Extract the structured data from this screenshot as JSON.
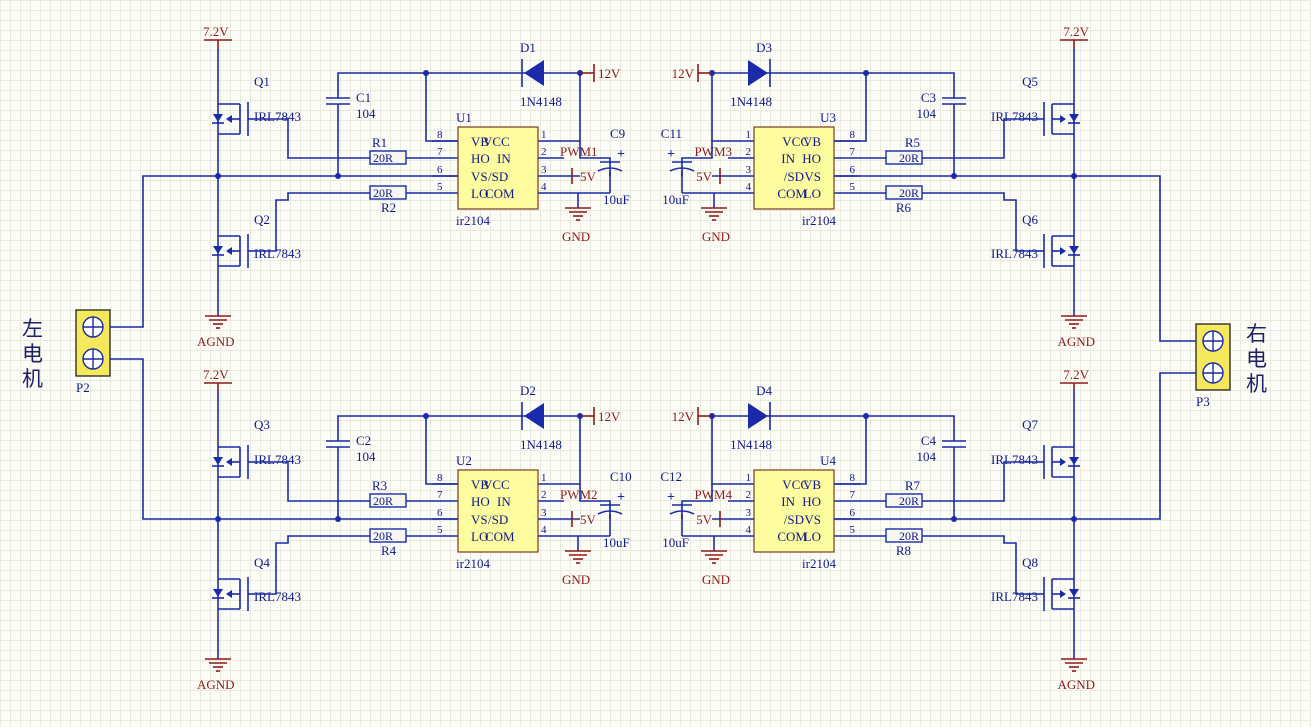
{
  "power": {
    "v72": "7.2V",
    "v12": "12V",
    "v5": "5V",
    "gnd": "GND",
    "agnd": "AGND"
  },
  "motors": {
    "left_label": "左电机",
    "right_label": "右电机",
    "left_connector": "P2",
    "right_connector": "P3"
  },
  "driver": {
    "ic_type": "ir2104",
    "left_pins": [
      "8",
      "7",
      "6",
      "5"
    ],
    "right_pins": [
      "1",
      "2",
      "3",
      "4"
    ],
    "left_names": [
      "VB",
      "HO",
      "VS",
      "LO"
    ],
    "right_names": [
      "VCC",
      "IN",
      "/SD",
      "COM"
    ]
  },
  "parts": {
    "mosfet_type": "IRL7843",
    "diode_type": "1N4148",
    "boot_cap_value": "104",
    "res_value": "20R",
    "elec_cap_value": "10uF"
  },
  "blocks": [
    {
      "ic": "U1",
      "diode": "D1",
      "boot_cap": "C1",
      "elec_cap": "C9",
      "pwm": "PWM1",
      "res_a": "R1",
      "res_b": "R2",
      "q_high": "Q1",
      "q_low": "Q2"
    },
    {
      "ic": "U2",
      "diode": "D2",
      "boot_cap": "C2",
      "elec_cap": "C10",
      "pwm": "PWM2",
      "res_a": "R3",
      "res_b": "R4",
      "q_high": "Q3",
      "q_low": "Q4"
    },
    {
      "ic": "U3",
      "diode": "D3",
      "boot_cap": "C3",
      "elec_cap": "C11",
      "pwm": "PWM3",
      "res_a": "R5",
      "res_b": "R6",
      "q_high": "Q5",
      "q_low": "Q6"
    },
    {
      "ic": "U4",
      "diode": "D4",
      "boot_cap": "C4",
      "elec_cap": "C12",
      "pwm": "PWM4",
      "res_a": "R7",
      "res_b": "R8",
      "q_high": "Q7",
      "q_low": "Q8"
    }
  ]
}
